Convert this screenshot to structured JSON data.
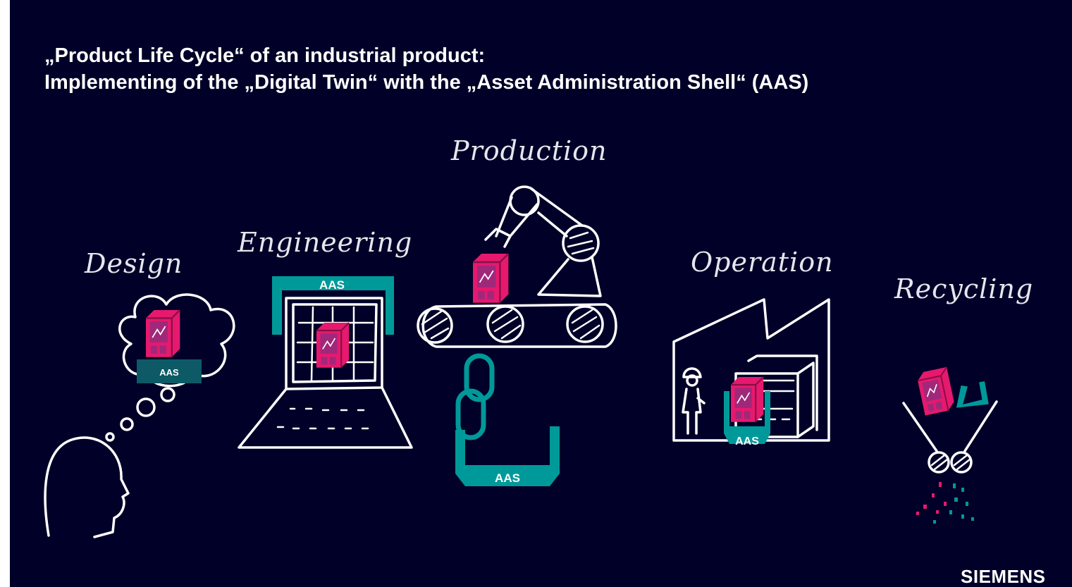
{
  "title": {
    "line1": "„Product Life Cycle“ of an industrial product:",
    "line2": "Implementing of the „Digital Twin“ with the „Asset Administration Shell“ (AAS)"
  },
  "stages": {
    "design": "Design",
    "engineering": "Engineering",
    "production": "Production",
    "operation": "Operation",
    "recycling": "Recycling"
  },
  "aas_labels": {
    "design": "AAS",
    "engineering": "AAS",
    "production": "AAS",
    "operation": "AAS"
  },
  "brand": "SIEMENS",
  "colors": {
    "background": "#000028",
    "teal": "#009999",
    "teal_dark": "#0d5a66",
    "magenta": "#e6196e",
    "purple": "#a0287a",
    "line": "#ffffff"
  },
  "icons": [
    "thinking-head-icon",
    "thought-cloud-icon",
    "product-device-icon",
    "laptop-icon",
    "robot-arm-icon",
    "conveyor-belt-icon",
    "chain-link-icon",
    "factory-building-icon",
    "worker-icon",
    "shredder-icon"
  ]
}
